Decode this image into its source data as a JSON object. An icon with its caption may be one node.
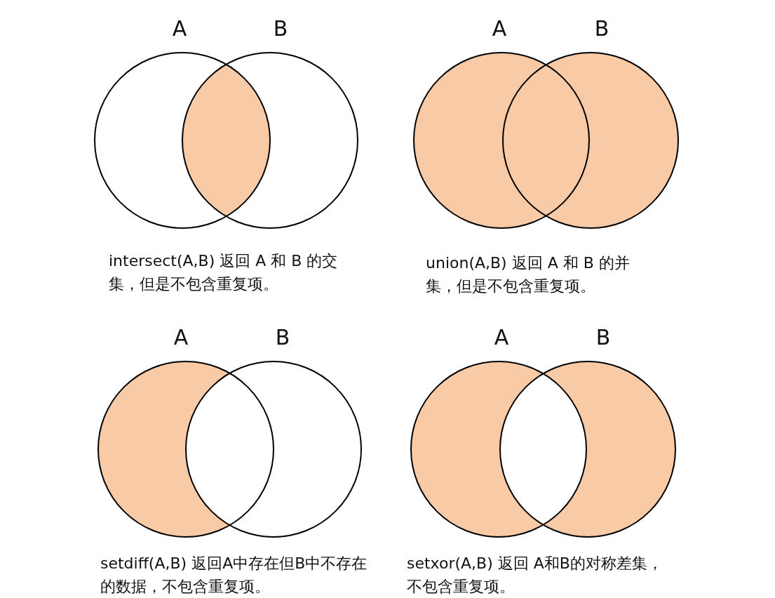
{
  "diagram": {
    "nodes": [
      {
        "text": [
          "A"
        ]
      },
      {
        "text": [
          "B"
        ]
      },
      {
        "text": [
          "A"
        ]
      },
      {
        "text": [
          "B"
        ]
      },
      {
        "text": [
          "A"
        ]
      },
      {
        "text": [
          "B"
        ]
      },
      {
        "text": [
          "A"
        ]
      },
      {
        "text": [
          "B"
        ]
      }
    ],
    "labels": [
      "intersect(A,B) 返回 A 和 B 的交集，但是不包含重复项。",
      "union(A,B) 返回 A 和 B 的并集，但是不包含重复项。",
      "setdiff(A,B) 返回A中存在但B中不存在的数据，不包含重复项。",
      "setxor(A,B) 返回 A和B的对称差集，不包含重复项。"
    ]
  }
}
